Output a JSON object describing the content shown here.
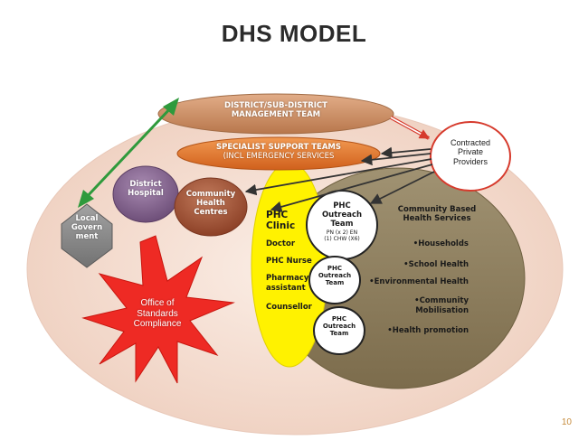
{
  "title": "DHS MODEL",
  "district_team": {
    "line1": "DISTRICT/SUB-DISTRICT",
    "line2": "MANAGEMENT TEAM"
  },
  "specialist_teams": {
    "line1": "SPECIALIST SUPPORT TEAMS",
    "line2": "(INCL EMERGENCY SERVICES"
  },
  "contracted_providers": {
    "line1": "Contracted",
    "line2": "Private",
    "line3": "Providers"
  },
  "district_hospital": {
    "line1": "District",
    "line2": "Hospital"
  },
  "community_health_centres": {
    "line1": "Community",
    "line2": "Health",
    "line3": "Centres"
  },
  "local_government": {
    "line1": "Local",
    "line2": "Govern",
    "line3": "ment"
  },
  "office_of_standards": {
    "line1": "Office of",
    "line2": "Standards",
    "line3": "Compliance"
  },
  "phc_clinic": {
    "title_line1": "PHC",
    "title_line2": "Clinic",
    "staff": [
      "Doctor",
      "PHC Nurse",
      "Pharmacy",
      "assistant",
      "Counsellor"
    ]
  },
  "outreach_team_1": {
    "line1": "PHC",
    "line2": "Outreach",
    "line3": "Team",
    "detail1": "PN (x 2) EN",
    "detail2": "(1) CHW (X6)"
  },
  "outreach_team_2": {
    "line1": "PHC",
    "line2": "Outreach",
    "line3": "Team"
  },
  "outreach_team_3": {
    "line1": "PHC",
    "line2": "Outreach",
    "line3": "Team"
  },
  "community_services": {
    "title_line1": "Community Based",
    "title_line2": "Health Services",
    "items": [
      "•Households",
      "•School Health",
      "•Environmental Health",
      "•Community",
      "Mobilisation",
      "•Health promotion"
    ]
  },
  "page_number": "10",
  "colors": {
    "outer_ellipse": "#f3dcd0",
    "management": "#c98a5e",
    "specialist": "#e3732a",
    "hospital": "#8a6a94",
    "chc": "#a5583a",
    "local_gov": "#8c8c8c",
    "star": "#ee2a24",
    "phc": "#fff200",
    "community": "#8a7a5a",
    "connector_green": "#2f9a3c",
    "connector_red": "#d63a2c"
  }
}
